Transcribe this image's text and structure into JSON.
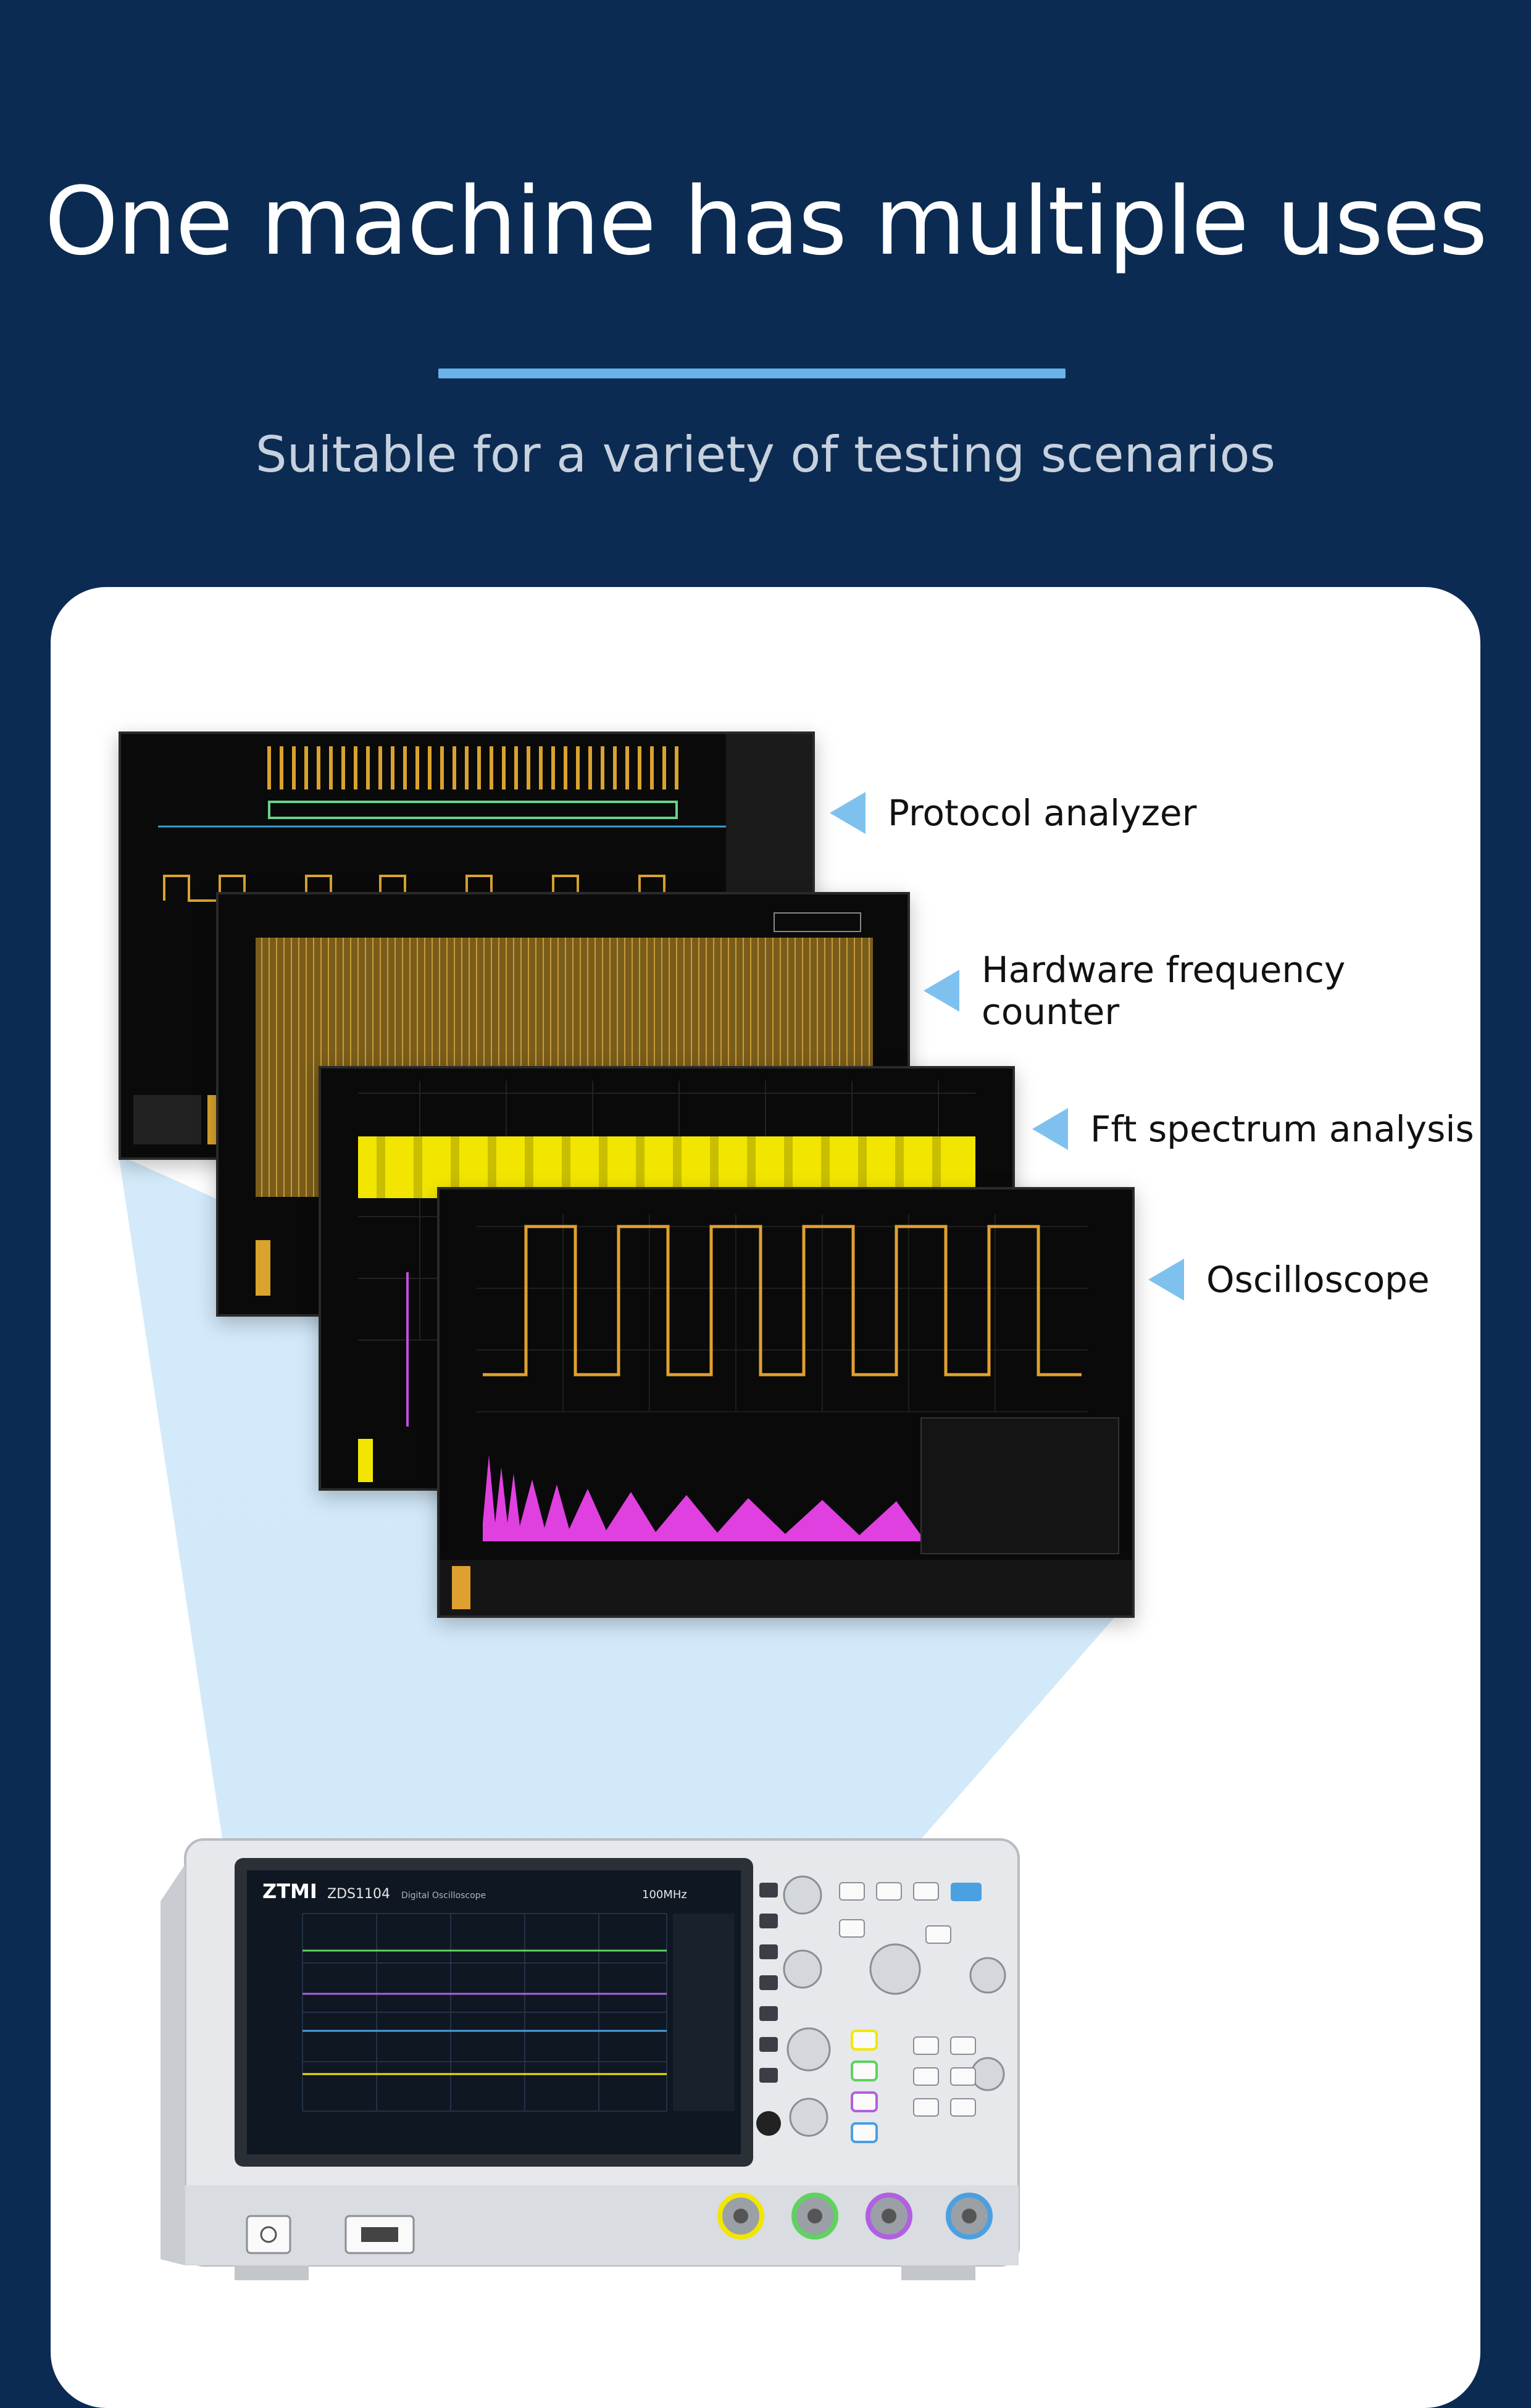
{
  "header": {
    "title": "One machine has multiple uses",
    "subtitle": "Suitable for a variety of testing scenarios"
  },
  "features": [
    {
      "label": "Protocol analyzer",
      "icon": "triangle-pointer-icon"
    },
    {
      "label": "Hardware frequency counter",
      "icon": "triangle-pointer-icon"
    },
    {
      "label": "Fft spectrum analysis",
      "icon": "triangle-pointer-icon"
    },
    {
      "label": "Oscilloscope",
      "icon": "triangle-pointer-icon"
    }
  ],
  "device": {
    "brand": "ZTMI",
    "model": "ZDS1104",
    "model_desc": "Digital Oscilloscope",
    "bandwidth": "100MHz"
  },
  "colors": {
    "background": "#0b2b52",
    "accent": "#6ab2ea",
    "card": "#ffffff",
    "ch1_yellow": "#f2e600",
    "trace_orange": "#e0a030",
    "fft_magenta": "#e040e0"
  }
}
